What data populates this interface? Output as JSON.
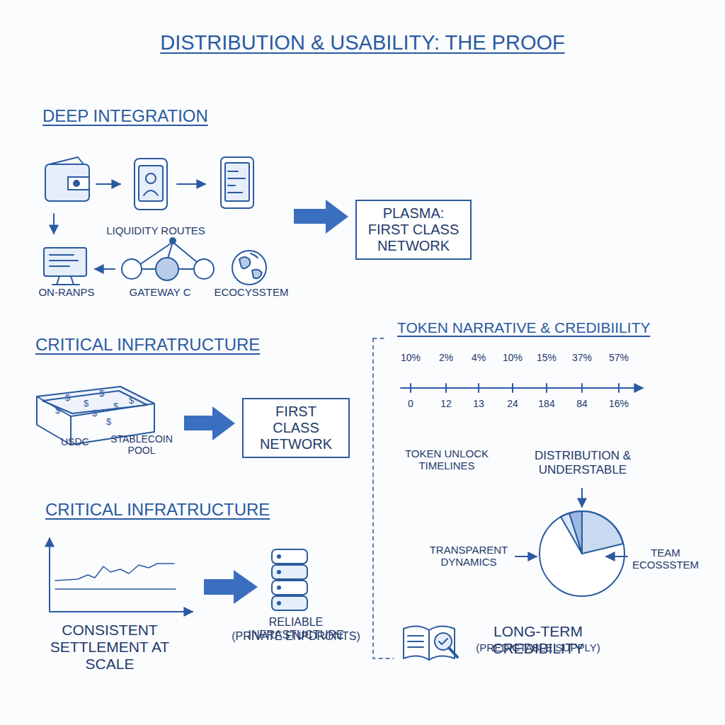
{
  "diagram": {
    "title": "DISTRIBUTION & USABILITY: THE PROOF",
    "nodes": [
      {
        "text": [
          "PLASMA: FIRST CLASS NETWORK"
        ]
      },
      {
        "text": [
          "FIRST CLASS NETWORK"
        ]
      }
    ],
    "labels": [
      "DEEP INTEGRATION",
      "LIQUIDITY ROUTES",
      "ON-RANPS",
      "GATEWAY C",
      "ECOCYSSTEM",
      "CRITICAL INFRATRUCTURE",
      "USDC",
      "STABLECOIN POOL",
      "CRITICAL INFRATRUCTURE",
      "CONSISTENT SETTLEMENT AT SCALE",
      "RELIABLE INFRASTUCTURE",
      "(PRIVATE ENPDRONTS)",
      "TOKEN NARRATIVE & CREDIBIILITY",
      "10%",
      "2%",
      "4%",
      "10%",
      "15%",
      "37%",
      "57%",
      "0",
      "12",
      "13",
      "24",
      "184",
      "84",
      "16%",
      "TOKEN UNLOCK TIMELINES",
      "DISTRIBUTION & UNDERSTABLE",
      "TRANSPARENT DYNAMICS",
      "TEAM ECOSSSTEM",
      "LONG-TERM CREDIBILITY",
      "(PREDICTABLE SUPPLY)"
    ]
  }
}
